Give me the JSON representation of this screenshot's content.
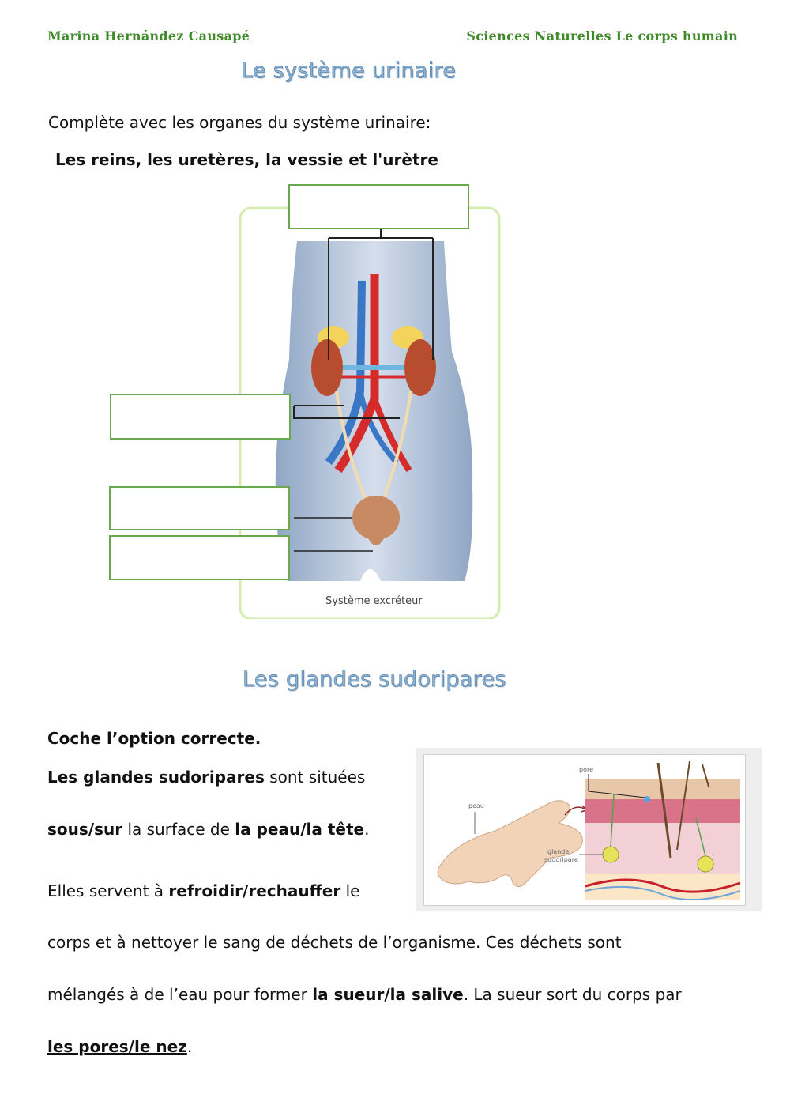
{
  "header": {
    "author": "Marina Hernández Causapé",
    "subject": "Sciences Naturelles Le corps humain"
  },
  "section1": {
    "title": "Le système urinaire",
    "instruction": "Complète avec les organes du système urinaire:",
    "word_bank": "Les reins, les uretères, la vessie et l'urètre",
    "figure_caption": "Système excréteur",
    "answer_boxes": [
      "",
      "",
      "",
      ""
    ]
  },
  "section2": {
    "title": "Les glandes sudoripares",
    "instruction": "Coche l’option correcte.",
    "s1_a": "Les glandes sudoripares",
    "s1_b": " sont situées",
    "s2_opt1": "sous/sur",
    "s2_b": " la surface de ",
    "s2_opt2": "la peau/la tête",
    "s2_end": ".",
    "s3_a": "Elles servent à ",
    "s3_opt": "refroidir/rechauffer",
    "s3_b": " le",
    "s4": "corps et à nettoyer le sang de déchets de l’organisme. Ces déchets sont",
    "s5_a": "mélangés à de l’eau pour former ",
    "s5_opt": "la sueur/la salive",
    "s5_b": ". La sueur sort du corps par",
    "s6_opt": "les pores/le nez",
    "s6_end": ".",
    "figure_labels": {
      "pore": "pore",
      "peau": "peau",
      "glande_1": "glande",
      "glande_2": "sudoripare"
    }
  }
}
